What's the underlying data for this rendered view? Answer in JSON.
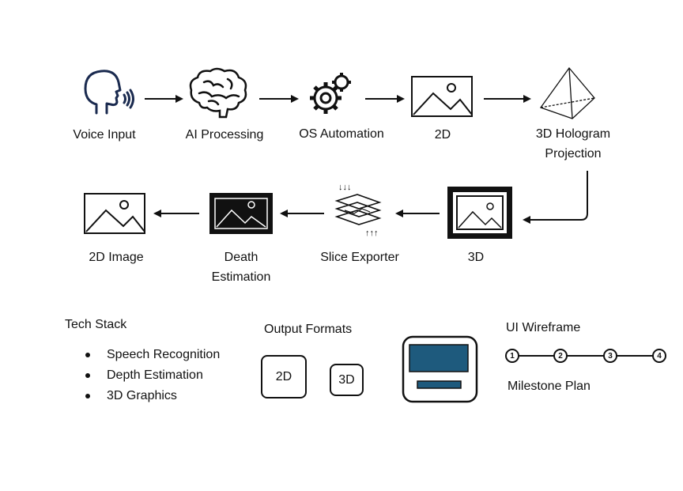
{
  "pipeline": {
    "row1": [
      {
        "id": "voice",
        "label": "Voice Input",
        "icon": "speaking-head-icon"
      },
      {
        "id": "ai",
        "label": "AI Processing",
        "icon": "brain-icon"
      },
      {
        "id": "os",
        "label": "OS Automation",
        "icon": "gears-icon"
      },
      {
        "id": "2d",
        "label": "2D",
        "icon": "image-icon"
      },
      {
        "id": "holo",
        "label": "3D Hologram Projection",
        "icon": "pyramid-icon"
      }
    ],
    "row2": [
      {
        "id": "3d",
        "label": "3D",
        "icon": "framed-image-icon"
      },
      {
        "id": "slice",
        "label": "Slice Exporter",
        "icon": "slice-layers-icon"
      },
      {
        "id": "death",
        "label": "Death Estimation",
        "icon": "dark-framed-image-icon"
      },
      {
        "id": "img2d",
        "label": "2D Image",
        "icon": "image-icon"
      }
    ]
  },
  "tech_stack": {
    "title": "Tech Stack",
    "items": [
      "Speech Recognition",
      "Depth Estimation",
      "3D Graphics"
    ]
  },
  "output_formats": {
    "title": "Output Formats",
    "formats": [
      "2D",
      "3D"
    ],
    "device_icon": "monitor-device-icon"
  },
  "wireframe": {
    "title": "UI Wireframe",
    "steps": [
      "1",
      "2",
      "3",
      "4"
    ],
    "caption": "Milestone Plan"
  },
  "colors": {
    "ink": "#111111",
    "screen_blue": "#1e5a7d"
  }
}
